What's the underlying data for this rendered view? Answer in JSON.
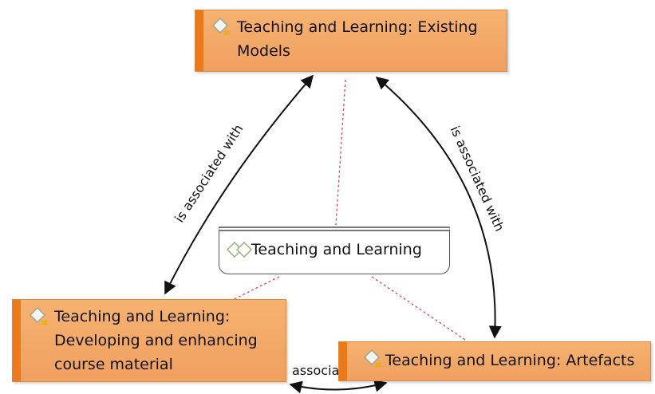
{
  "nodes": {
    "existing_models": "Teaching and Learning: Existing Models",
    "developing": "Teaching and Learning: Developing and enhancing course material",
    "artefacts": "Teaching and Learning: Artefacts"
  },
  "group": {
    "label": "Teaching and Learning"
  },
  "links": {
    "left": "is associated with",
    "right": "is associated with",
    "bottom": "associa"
  },
  "colors": {
    "node_fill": "#f3a968",
    "node_stripe": "#ec7a1c",
    "link_arrow": "#111111",
    "group_link": "#d9475e"
  },
  "icons": {
    "node": "note-diamond-icon",
    "group": "double-diamond-icon"
  }
}
